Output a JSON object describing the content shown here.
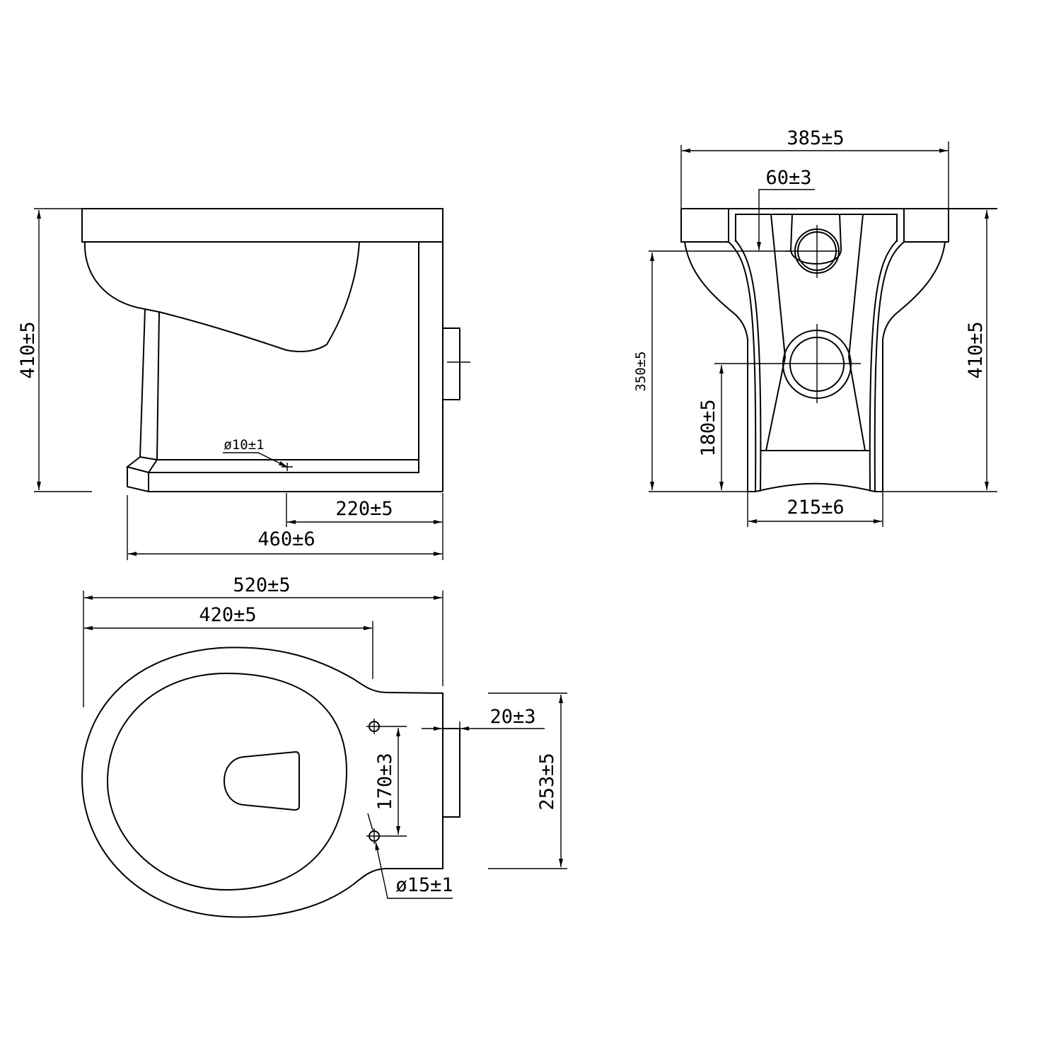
{
  "line_color": "#000000",
  "background": "#ffffff",
  "side_view": {
    "height": "410±5",
    "outlet_distance": "220±5",
    "depth": "460±6",
    "fixing_hole": "ø10±1"
  },
  "front_view": {
    "width": "385±5",
    "inlet_offset": "60±3",
    "inlet_height": "350±5",
    "outlet_height": "180±5",
    "height": "410±5",
    "base_width": "215±6"
  },
  "plan_view": {
    "length": "520±5",
    "bowl_length": "420±5",
    "seat_hole_spacing": "170±3",
    "outlet_projection": "20±3",
    "rear_width": "253±5",
    "seat_hole_diameter": "ø15±1"
  }
}
